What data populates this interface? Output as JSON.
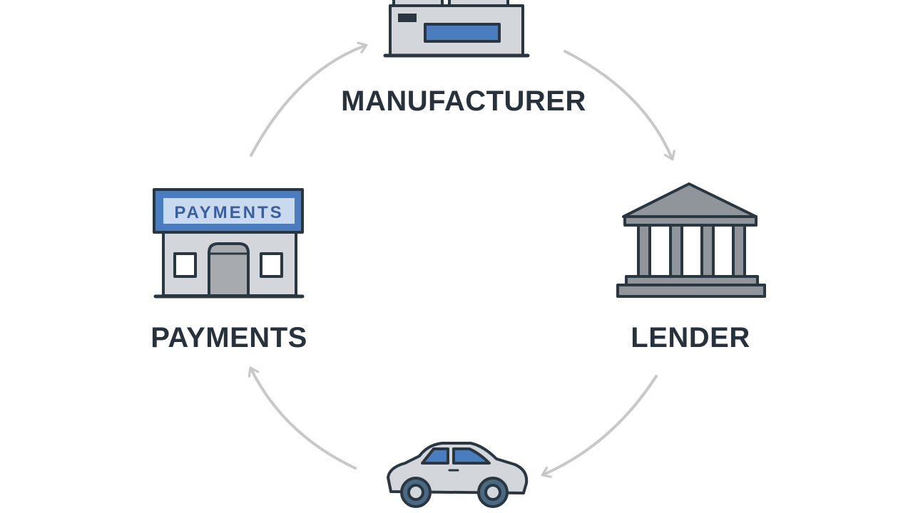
{
  "nodes": {
    "manufacturer": {
      "label": "MANUFACTURER",
      "icon": "factory-icon"
    },
    "lender": {
      "label": "LENDER",
      "icon": "bank-building-icon"
    },
    "vehicle": {
      "label": "",
      "icon": "car-icon"
    },
    "payments": {
      "label": "PAYMENTS",
      "icon": "storefront-icon",
      "sign_text": "PAYMENTS"
    }
  },
  "cycle_direction": "clockwise",
  "colors": {
    "outline": "#2a3640",
    "light_gray": "#d3d6da",
    "mid_gray": "#8f959b",
    "blue": "#4a7cc0",
    "arrow": "#c8c8c8",
    "text": "#28323c"
  }
}
